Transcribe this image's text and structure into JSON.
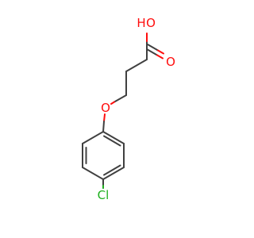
{
  "molecule": {
    "atoms": {
      "hydroxyl_oxygen": {
        "label": "O",
        "color": "#ff0d0d"
      },
      "hydroxyl_hydrogen": {
        "label": "H",
        "color": "#ff0d0d"
      },
      "carbonyl_oxygen": {
        "label": "O",
        "color": "#ff0d0d"
      },
      "ether_oxygen": {
        "label": "O",
        "color": "#ff0d0d"
      },
      "chlorine": {
        "label": "Cl",
        "color": "#1fb01f"
      }
    },
    "bond_color": "#404040"
  }
}
